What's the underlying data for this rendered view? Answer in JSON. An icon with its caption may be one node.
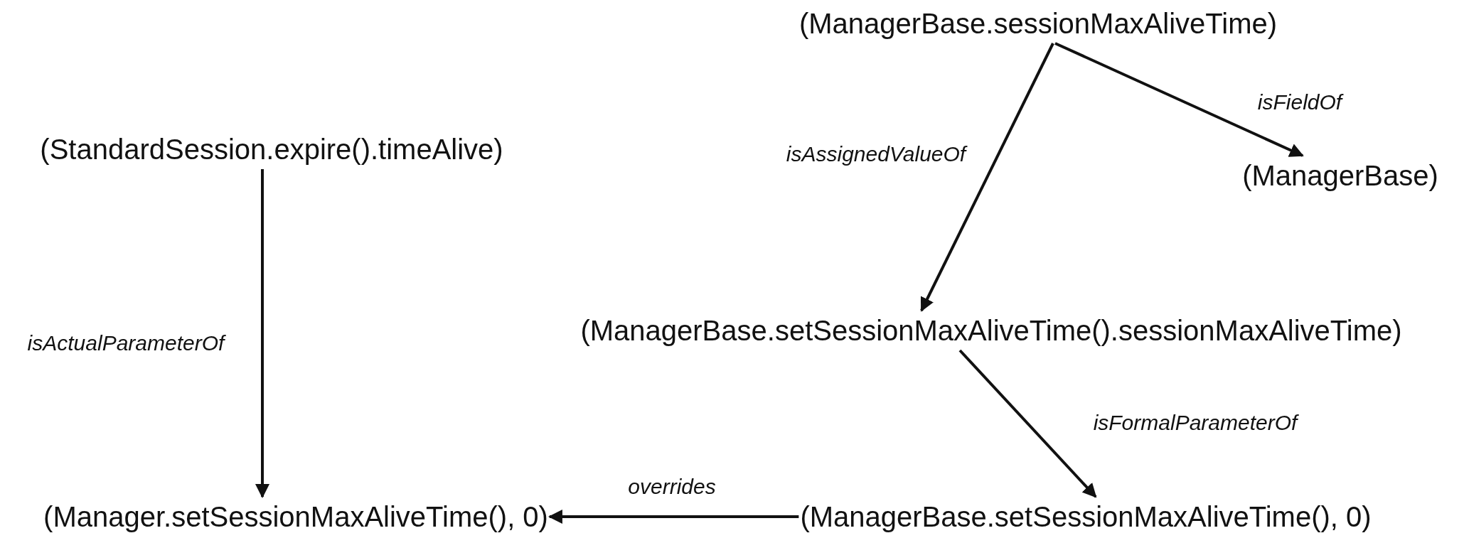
{
  "diagram": {
    "nodes": [
      {
        "text": [
          "(ManagerBase.sessionMaxAliveTime)"
        ]
      },
      {
        "text": [
          "(StandardSession.expire().timeAlive)"
        ]
      },
      {
        "text": [
          "(ManagerBase)"
        ]
      },
      {
        "text": [
          "(ManagerBase.setSessionMaxAliveTime().sessionMaxAliveTime)"
        ]
      },
      {
        "text": [
          "(Manager.setSessionMaxAliveTime(), 0)"
        ]
      },
      {
        "text": [
          "(ManagerBase.setSessionMaxAliveTime(), 0)"
        ]
      }
    ],
    "edges": [
      {
        "from": 0,
        "to": 2,
        "arrow": "to",
        "label": "isFieldOf"
      },
      {
        "from": 0,
        "to": 3,
        "arrow": "to",
        "label": "isAssignedValueOf"
      },
      {
        "from": 1,
        "to": 4,
        "arrow": "to",
        "label": "isActualParameterOf"
      },
      {
        "from": 3,
        "to": 5,
        "arrow": "to",
        "label": "isFormalParameterOf"
      },
      {
        "from": 5,
        "to": 4,
        "arrow": "to",
        "label": "overrides"
      }
    ]
  }
}
